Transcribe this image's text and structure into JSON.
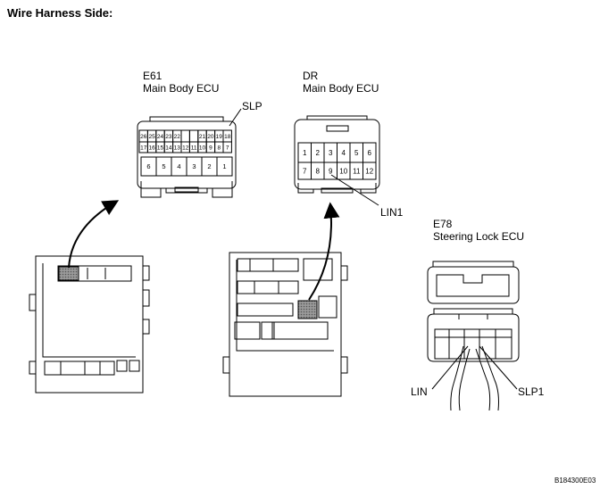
{
  "heading": "Wire Harness Side:",
  "e61": {
    "code": "E61",
    "name": "Main Body ECU",
    "callout": "SLP",
    "top_row": [
      "26",
      "25",
      "24",
      "23",
      "22",
      "",
      "",
      "21",
      "20",
      "19",
      "18"
    ],
    "mid_row": [
      "17",
      "16",
      "15",
      "14",
      "13",
      "12",
      "11",
      "10",
      "9",
      "8",
      "7"
    ],
    "bottom_row": [
      "6",
      "5",
      "4",
      "3",
      "2",
      "1"
    ]
  },
  "dr": {
    "code": "DR",
    "name": "Main Body ECU",
    "callout": "LIN1",
    "top_row": [
      "1",
      "2",
      "3",
      "4",
      "5",
      "6"
    ],
    "bottom_row": [
      "7",
      "8",
      "9",
      "10",
      "11",
      "12"
    ]
  },
  "e78": {
    "code": "E78",
    "name": "Steering Lock ECU",
    "callout_left": "LIN",
    "callout_right": "SLP1"
  },
  "figure_id": "B184300E03"
}
